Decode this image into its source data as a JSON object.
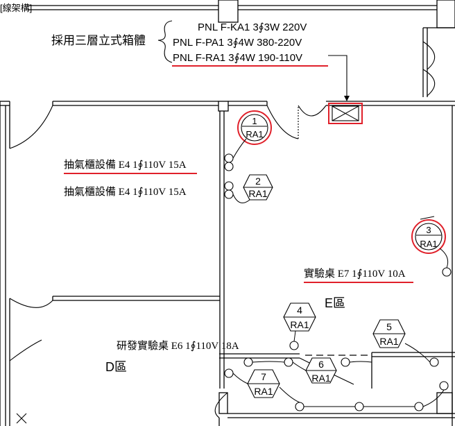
{
  "header": {
    "corner_label": "[線架構]"
  },
  "panel_schedule": {
    "bracket_label": "採用三層立式箱體",
    "lines": [
      "PNL F-KA1 3∮3W 220V",
      "PNL F-PA1 3∮4W 380-220V",
      "PNL F-RA1 3∮4W 190-110V"
    ]
  },
  "zones": {
    "e_zone": "E區",
    "d_zone": "D區"
  },
  "circuits": [
    {
      "number": "1",
      "panel": "RA1"
    },
    {
      "number": "2",
      "panel": "RA1"
    },
    {
      "number": "3",
      "panel": "RA1"
    },
    {
      "number": "4",
      "panel": "RA1"
    },
    {
      "number": "5",
      "panel": "RA1"
    },
    {
      "number": "6",
      "panel": "RA1"
    },
    {
      "number": "7",
      "panel": "RA1"
    }
  ],
  "loads": {
    "fume_hood_1": "抽氣櫃設備 E4 1∮110V 15A",
    "fume_hood_2": "抽氣櫃設備 E4 1∮110V 15A",
    "lab_bench": "實驗桌 E7 1∮110V 10A",
    "rd_bench": "研發實驗桌 E6 1∮110V 18A"
  },
  "colors": {
    "highlight": "#e0202a",
    "linework": "#000000"
  }
}
